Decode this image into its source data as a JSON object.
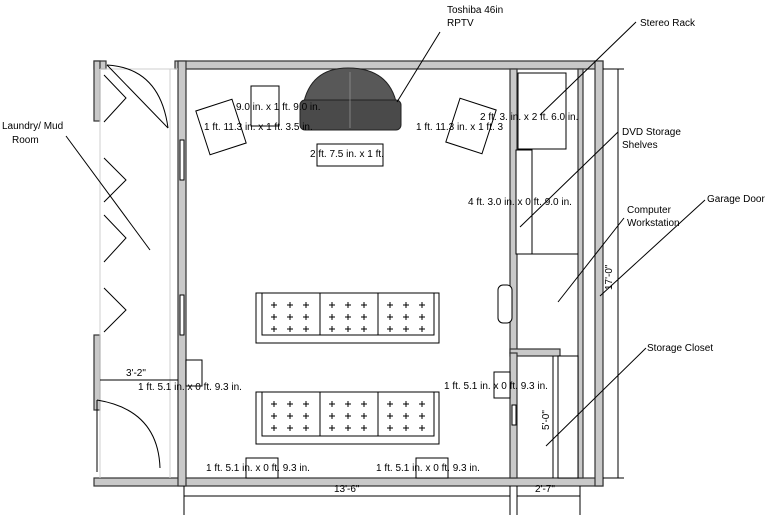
{
  "labels": {
    "tv": [
      "Toshiba 46in",
      "RPTV"
    ],
    "stereo_rack": "Stereo Rack",
    "dvd_shelves": [
      "DVD Storage",
      "Shelves"
    ],
    "computer": [
      "Computer",
      "Workstation"
    ],
    "garage_door": "Garage Door",
    "storage_closet": "Storage Closet",
    "laundry": [
      "Laundry/ Mud",
      "Room"
    ]
  },
  "furniture_dims": {
    "speaker_left": "1 ft. 11.3 in. x 1 ft. 3.5 in.",
    "speaker_center": "9.0 in. x 1 ft. 9.0 in.",
    "speaker_right": "1 ft. 11.3 in. x 1 ft. 3",
    "stereo_rack": "2 ft. 3.    in. x 2 ft. 6.0 in.",
    "tv_stand": "2 ft. 7.5 in. x 1 ft.",
    "dvd_shelves": "4 ft. 3.0 in. x 0 ft. 9.0 in.",
    "surround_left": "1 ft. 5.1 in. x 0 ft. 9.3 in.",
    "surround_right": "1 ft. 5.1 in. x 0 ft. 9.3 in.",
    "rear_left": "1 ft. 5.1 in. x 0 ft. 9.3 in.",
    "rear_right": "1 ft. 5.1 in. x 0 ft. 9.3 in."
  },
  "dimensions": {
    "laundry_width": "3'-2\"",
    "room_width": "13'-6\"",
    "closet_width": "2'-7\"",
    "room_depth": "17'-0\"",
    "closet_depth": "5'-0\""
  }
}
